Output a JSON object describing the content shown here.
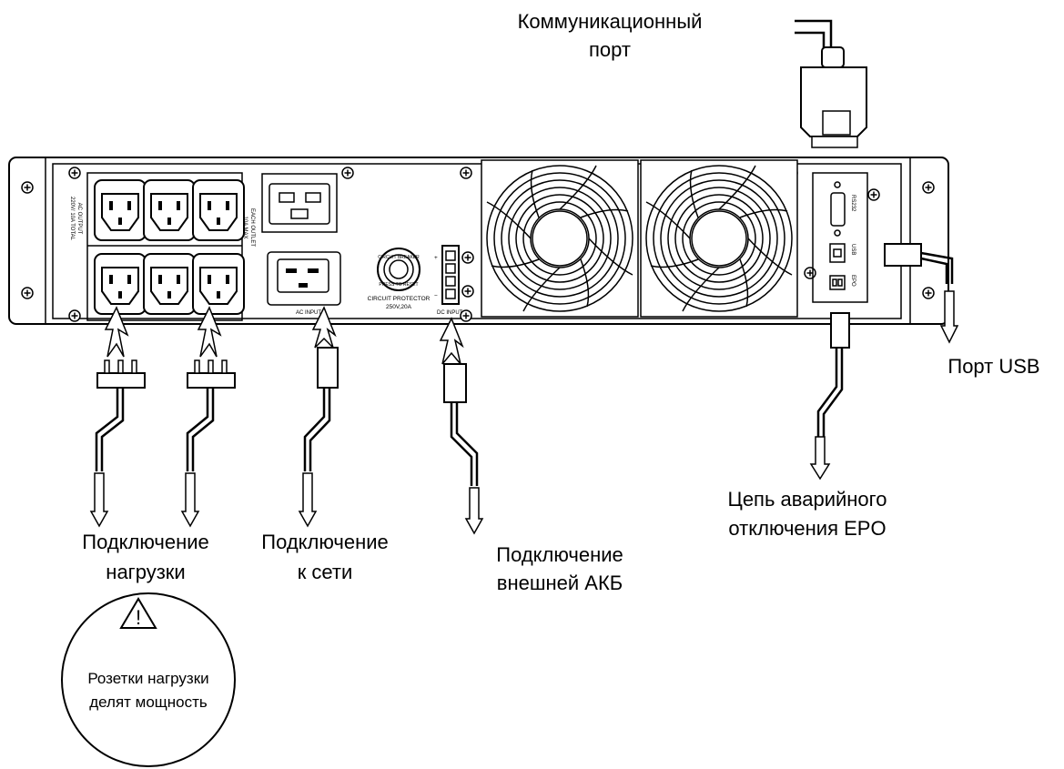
{
  "labels": {
    "comm_port": [
      "Коммуникационный",
      "порт"
    ],
    "usb_port": "Порт USB",
    "epo": [
      "Цепь аварийного",
      "отключения EPO"
    ],
    "load": [
      "Подключение",
      "нагрузки"
    ],
    "mains": [
      "Подключение",
      "к сети"
    ],
    "battery": [
      "Подключение",
      "внешней АКБ"
    ]
  },
  "warning": {
    "symbol": "!",
    "text": [
      "Розетки нагрузки",
      "делят мощность"
    ]
  },
  "panel": {
    "ac_output": [
      "AC OUTPUT",
      "220V/ 10A TOTAL"
    ],
    "each_outlet": [
      "EACH OUTLET",
      "10A MAX"
    ],
    "ac_input": "AC INPUT",
    "breaker_ring": [
      "CIRCUIT BREAKER",
      "PRESS TO RESET"
    ],
    "circuit_protector": [
      "CIRCUIT PROTECTOR",
      "250V,20A"
    ],
    "dc_input": "DC INPUT",
    "dc_plus": "+",
    "dc_minus": "−",
    "rs232": "RS232",
    "usb": "USB",
    "epo": "EPO"
  }
}
